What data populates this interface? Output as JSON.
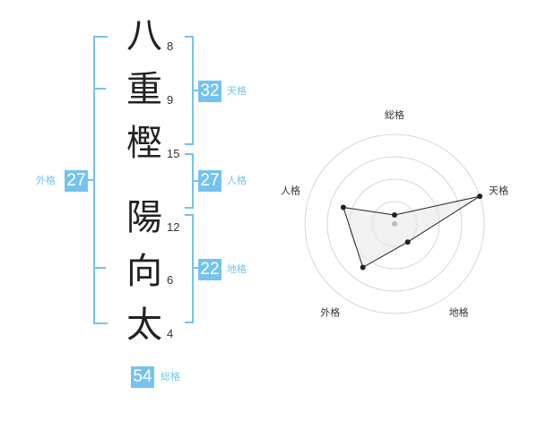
{
  "name": {
    "chars": [
      {
        "char": "八",
        "strokes": "8"
      },
      {
        "char": "重",
        "strokes": "9"
      },
      {
        "char": "樫",
        "strokes": "15"
      },
      {
        "char": "陽",
        "strokes": "12"
      },
      {
        "char": "向",
        "strokes": "6"
      },
      {
        "char": "太",
        "strokes": "4"
      }
    ]
  },
  "fortunes": {
    "tenkaku": {
      "value": "32",
      "label": "天格"
    },
    "jinkaku": {
      "value": "27",
      "label": "人格"
    },
    "chikaku": {
      "value": "22",
      "label": "地格"
    },
    "gaikaku": {
      "value": "27",
      "label": "外格"
    },
    "soukaku": {
      "value": "54",
      "label": "総格"
    }
  },
  "colors": {
    "accent": "#74c3ee",
    "polygon_fill": "#e6e6e6",
    "grid": "#cccccc"
  },
  "chart_data": {
    "type": "radar",
    "axes": [
      "総格",
      "天格",
      "地格",
      "外格",
      "人格"
    ],
    "values": [
      0.1,
      1.0,
      0.25,
      0.6,
      0.6
    ],
    "range": [
      0,
      1
    ],
    "rings": 4
  }
}
